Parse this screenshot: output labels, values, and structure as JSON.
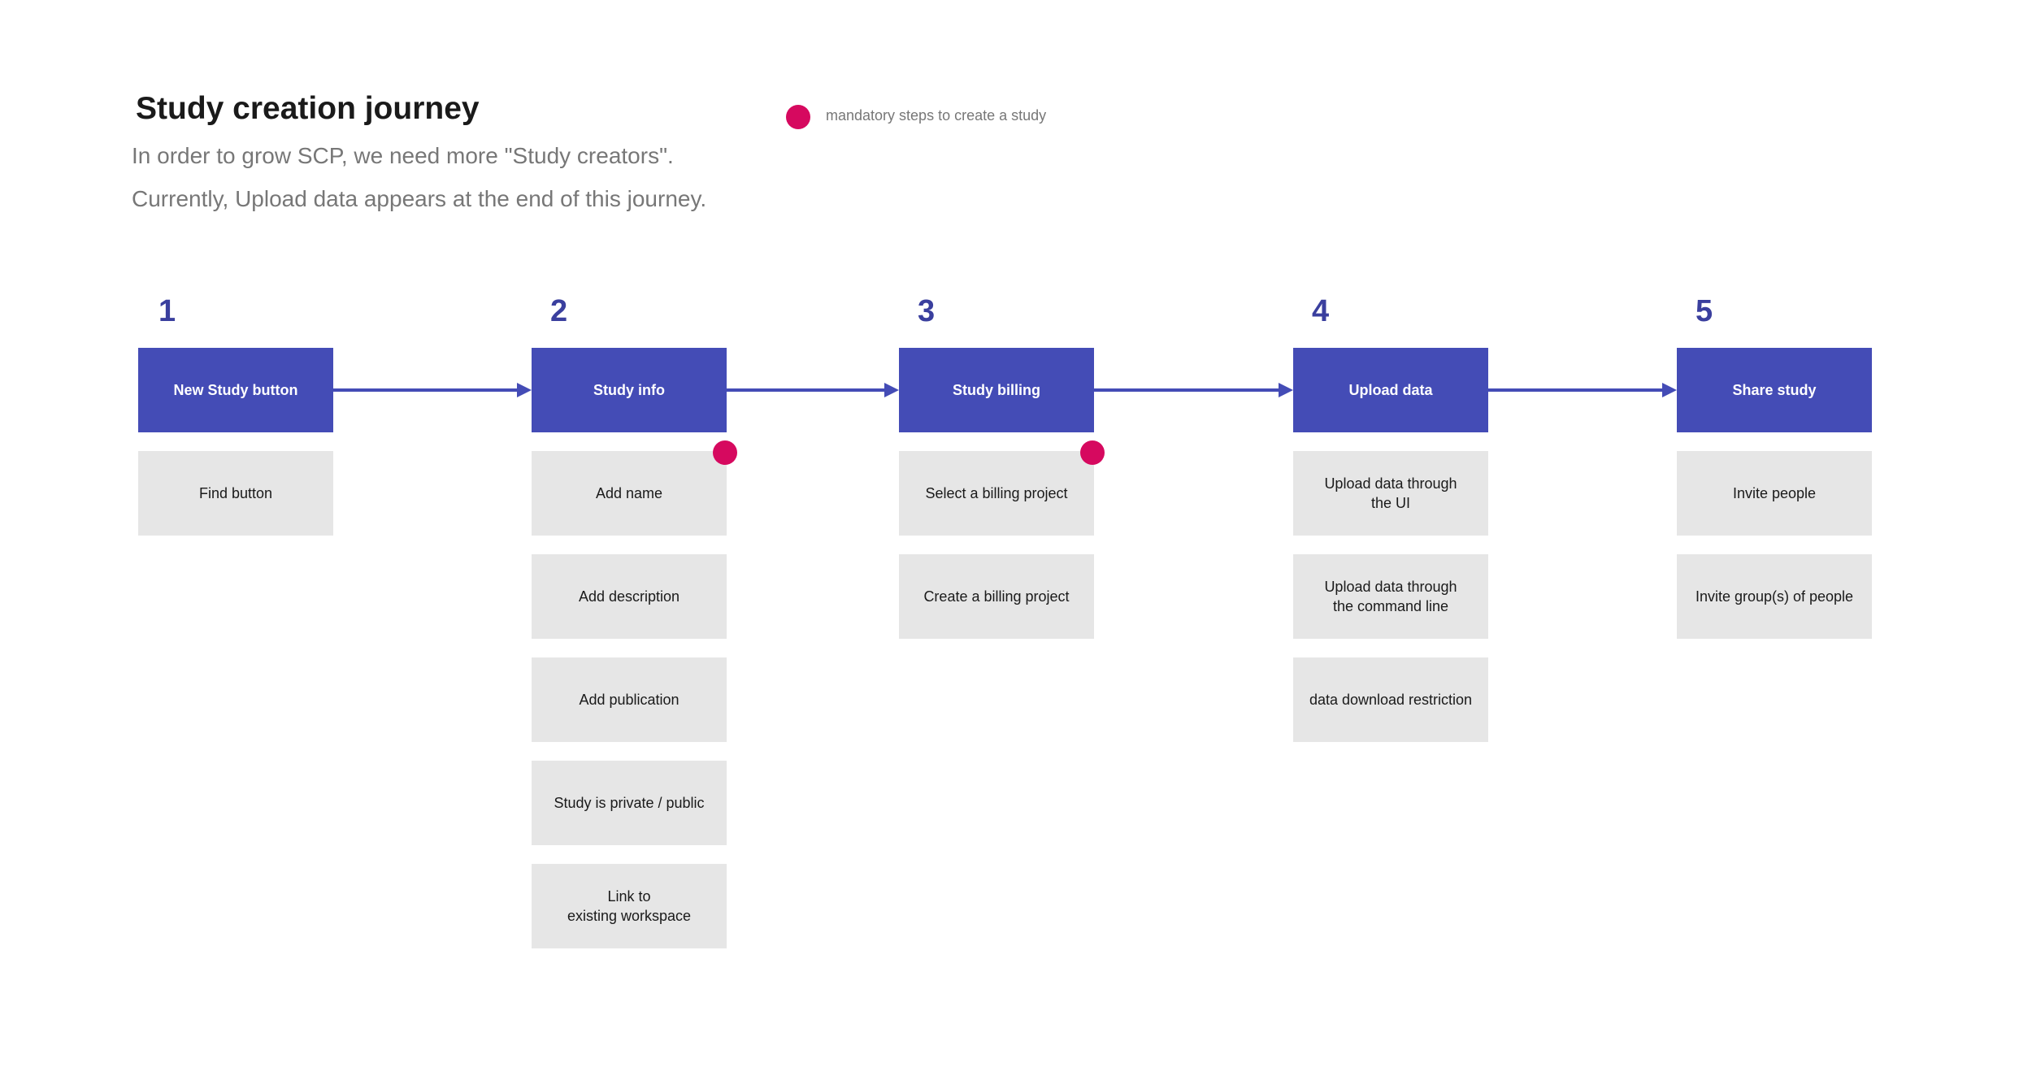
{
  "title": "Study creation journey",
  "subtitle_lines": [
    "In order to grow SCP, we need more \"Study creators\".",
    "Currently, Upload data appears at the end of this journey."
  ],
  "legend": {
    "label": "mandatory steps to create a study",
    "icon": "mandatory-dot-icon"
  },
  "colors": {
    "step_header": "#444cb6",
    "step_number": "#3a3f9e",
    "substep_bg": "#e6e6e6",
    "mandatory": "#d6095f",
    "arrow": "#444cb6"
  },
  "steps": [
    {
      "number": "1",
      "header": "New Study button",
      "substeps": [
        {
          "label": "Find button",
          "mandatory": false
        }
      ]
    },
    {
      "number": "2",
      "header": "Study info",
      "substeps": [
        {
          "label": "Add name",
          "mandatory": true
        },
        {
          "label": "Add description",
          "mandatory": false
        },
        {
          "label": "Add publication",
          "mandatory": false
        },
        {
          "label": "Study is private / public",
          "mandatory": false
        },
        {
          "label": "Link to\nexisting workspace",
          "mandatory": false
        }
      ]
    },
    {
      "number": "3",
      "header": "Study billing",
      "substeps": [
        {
          "label": "Select a billing project",
          "mandatory": true
        },
        {
          "label": "Create a billing project",
          "mandatory": false
        }
      ]
    },
    {
      "number": "4",
      "header": "Upload data",
      "substeps": [
        {
          "label": "Upload data through\nthe UI",
          "mandatory": false
        },
        {
          "label": "Upload data through\nthe command line",
          "mandatory": false
        },
        {
          "label": "data download restriction",
          "mandatory": false
        }
      ]
    },
    {
      "number": "5",
      "header": "Share study",
      "substeps": [
        {
          "label": "Invite people",
          "mandatory": false
        },
        {
          "label": "Invite group(s) of people",
          "mandatory": false
        }
      ]
    }
  ]
}
